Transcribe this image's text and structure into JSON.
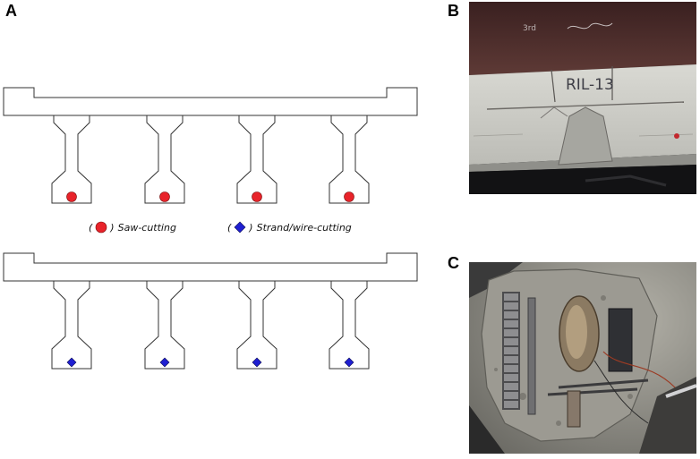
{
  "panels": {
    "a": "A",
    "b": "B",
    "c": "C"
  },
  "legend": {
    "saw": {
      "open": "(",
      "close": ")",
      "label": "Saw-cutting",
      "marker_color": "#e8232a"
    },
    "strand": {
      "open": "(",
      "close": ")",
      "label": "Strand/wire-cutting",
      "marker_color": "#1f1fd1"
    }
  },
  "photo_b": {
    "handwriting_main": "RIL-13",
    "handwriting_top": "3rd"
  }
}
